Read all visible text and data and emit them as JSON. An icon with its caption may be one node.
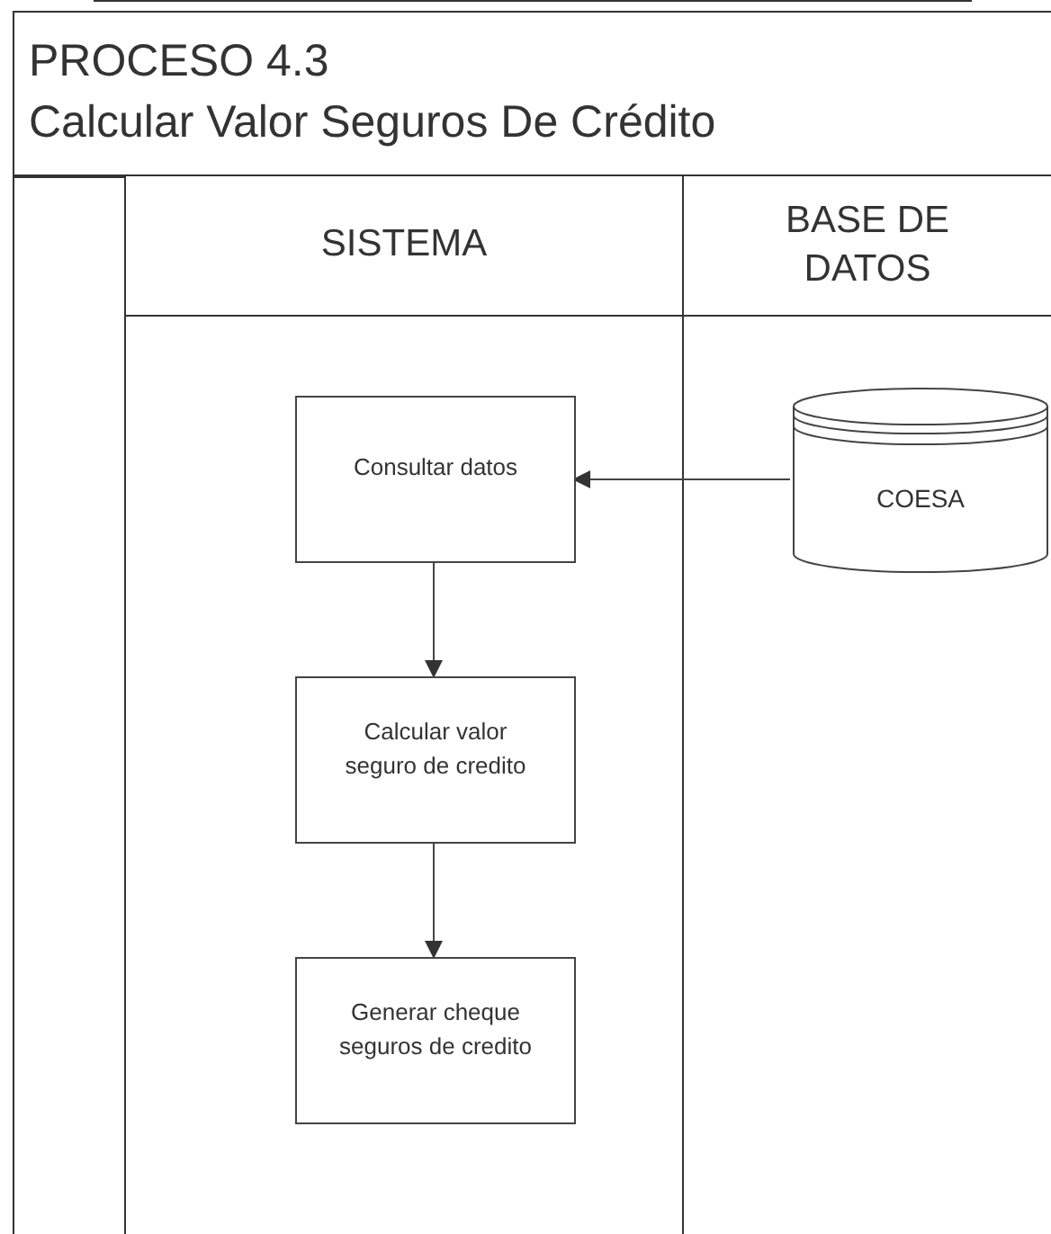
{
  "diagram": {
    "nodes": [
      {
        "text": [
          "PROCESO 4.3",
          "Calcular Valor Seguros De Crédito"
        ]
      },
      {
        "text": [
          "SISTEMA"
        ]
      },
      {
        "text": [
          "BASE DE DATOS"
        ]
      },
      {
        "text": [
          "Consultar datos"
        ],
        "in": 1
      },
      {
        "text": [
          "Calcular valor seguro de credito"
        ],
        "in": 1
      },
      {
        "text": [
          "Generar cheque seguros de credito"
        ],
        "in": 1
      },
      {
        "text": [
          "COESA"
        ],
        "in": 2
      }
    ],
    "edges": [
      {
        "from": 6,
        "to": 3,
        "arrow": "to"
      },
      {
        "from": 3,
        "to": 4,
        "arrow": "to"
      },
      {
        "from": 4,
        "to": 5,
        "arrow": "to"
      }
    ]
  }
}
